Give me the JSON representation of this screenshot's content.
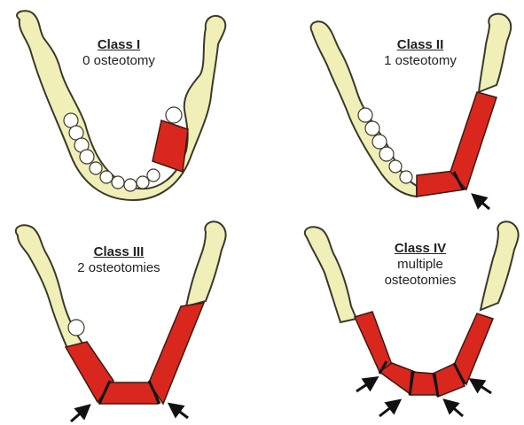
{
  "colors": {
    "bone": "#f1efb8",
    "bone_outline": "#3a3a2a",
    "graft": "#d9271e",
    "graft_outline": "#3a1a12",
    "tooth": "#ffffff",
    "cut_line": "#111111",
    "arrow": "#111111"
  },
  "panels": [
    {
      "class_label": "Class I",
      "desc_lines": [
        "0 osteotomy"
      ]
    },
    {
      "class_label": "Class II",
      "desc_lines": [
        "1 osteotomy"
      ]
    },
    {
      "class_label": "Class III",
      "desc_lines": [
        "2 osteotomies"
      ]
    },
    {
      "class_label": "Class IV",
      "desc_lines": [
        "multiple",
        "osteotomies"
      ]
    }
  ]
}
